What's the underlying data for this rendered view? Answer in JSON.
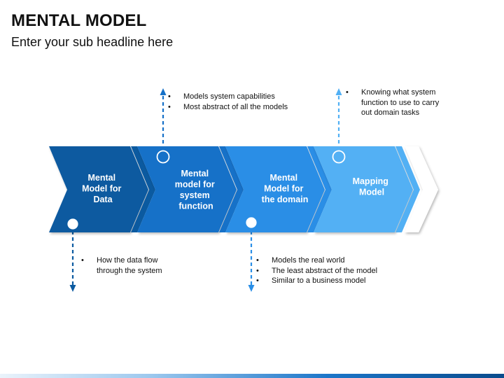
{
  "header": {
    "title": "MENTAL MODEL",
    "subtitle": "Enter your sub headline here"
  },
  "stages": [
    {
      "lines": [
        "Mental",
        "Model for",
        "Data"
      ],
      "color": "#0b5aa0"
    },
    {
      "lines": [
        "Mental",
        "model for",
        "system",
        "function"
      ],
      "color": "#1671c8"
    },
    {
      "lines": [
        "Mental",
        "Model for",
        "the domain"
      ],
      "color": "#2a8ee6"
    },
    {
      "lines": [
        "Mapping",
        "Model"
      ],
      "color": "#52b0f4"
    }
  ],
  "notes": {
    "stage1": [
      "How the data flow through the system"
    ],
    "stage2": [
      "Models system capabilities",
      "Most abstract of all the models"
    ],
    "stage3": [
      "Models the real world",
      "The least abstract of the model",
      "Similar to a business model"
    ],
    "stage4": [
      "Knowing what system function to use to carry out domain tasks"
    ]
  },
  "colors": {
    "dark_blue": "#0b5aa0",
    "medium_blue": "#1671c8",
    "blue": "#2a8ee6",
    "light_blue": "#52b0f4"
  }
}
